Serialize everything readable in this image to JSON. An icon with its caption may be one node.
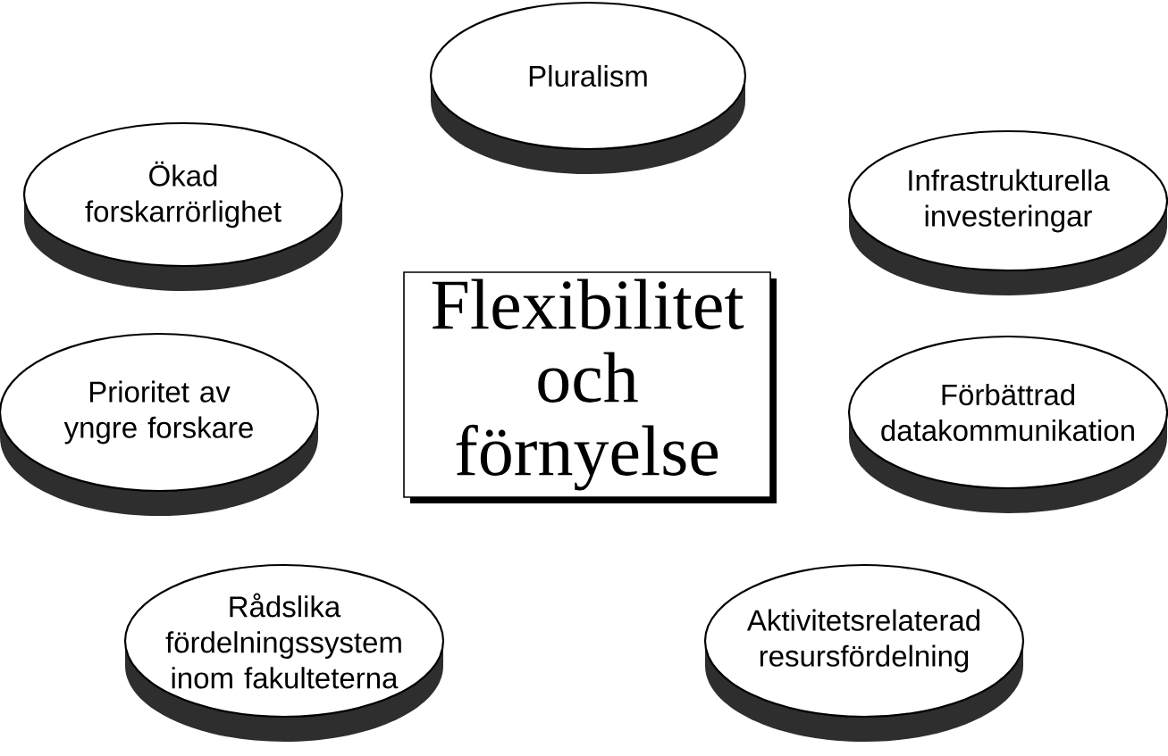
{
  "diagram": {
    "nodes": [
      {
        "text": [
          "Pluralism"
        ]
      },
      {
        "text": [
          "Ökad forskarrörlighet"
        ]
      },
      {
        "text": [
          "Infrastrukturella investeringar"
        ]
      },
      {
        "text": [
          "Flexibilitet och förnyelse"
        ]
      },
      {
        "text": [
          "Prioritet av yngre forskare"
        ]
      },
      {
        "text": [
          "Förbättrad datakommunikation"
        ]
      },
      {
        "text": [
          "Rådslika fördelningssystem inom fakulteterna"
        ]
      },
      {
        "text": [
          "Aktivitetsrelaterad resursfördelning"
        ]
      }
    ]
  }
}
